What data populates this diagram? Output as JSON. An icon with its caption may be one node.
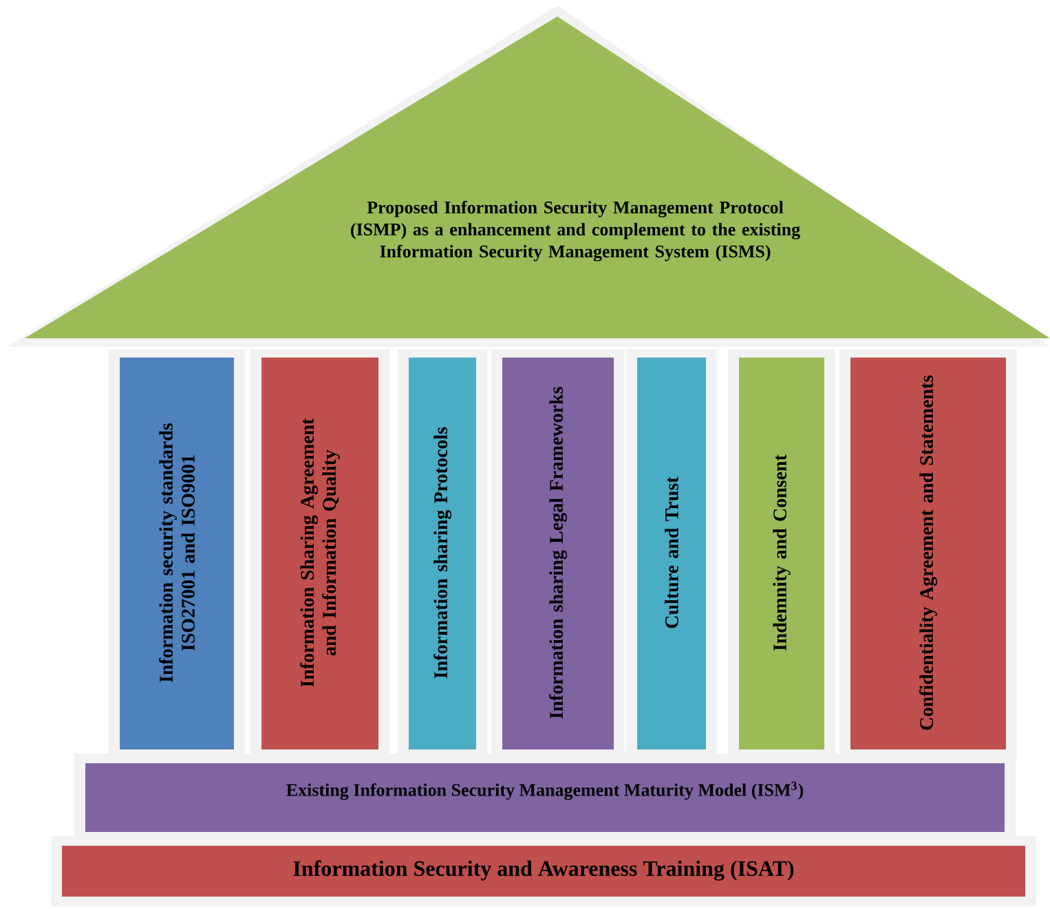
{
  "diagram": {
    "nodes": [
      {
        "text": [
          "Proposed Information Security Management Protocol (ISMP) as a enhancement and complement to the existing Information Security Management System (ISMS)"
        ]
      },
      {
        "text": [
          "Information security standards ISO27001 and ISO9001"
        ]
      },
      {
        "text": [
          "Information Sharing Agreement and Information Quality"
        ]
      },
      {
        "text": [
          "Information sharing Protocols"
        ]
      },
      {
        "text": [
          "Information sharing Legal Frameworks"
        ]
      },
      {
        "text": [
          "Culture and Trust"
        ]
      },
      {
        "text": [
          "Indemnity and Consent"
        ]
      },
      {
        "text": [
          "Confidentiality Agreement and Statements"
        ]
      },
      {
        "text": [
          "Existing Information Security Management Maturity Model (ISM$^{3}$)"
        ]
      },
      {
        "text": [
          "Information Security and Awareness Training (ISAT)"
        ]
      }
    ]
  }
}
